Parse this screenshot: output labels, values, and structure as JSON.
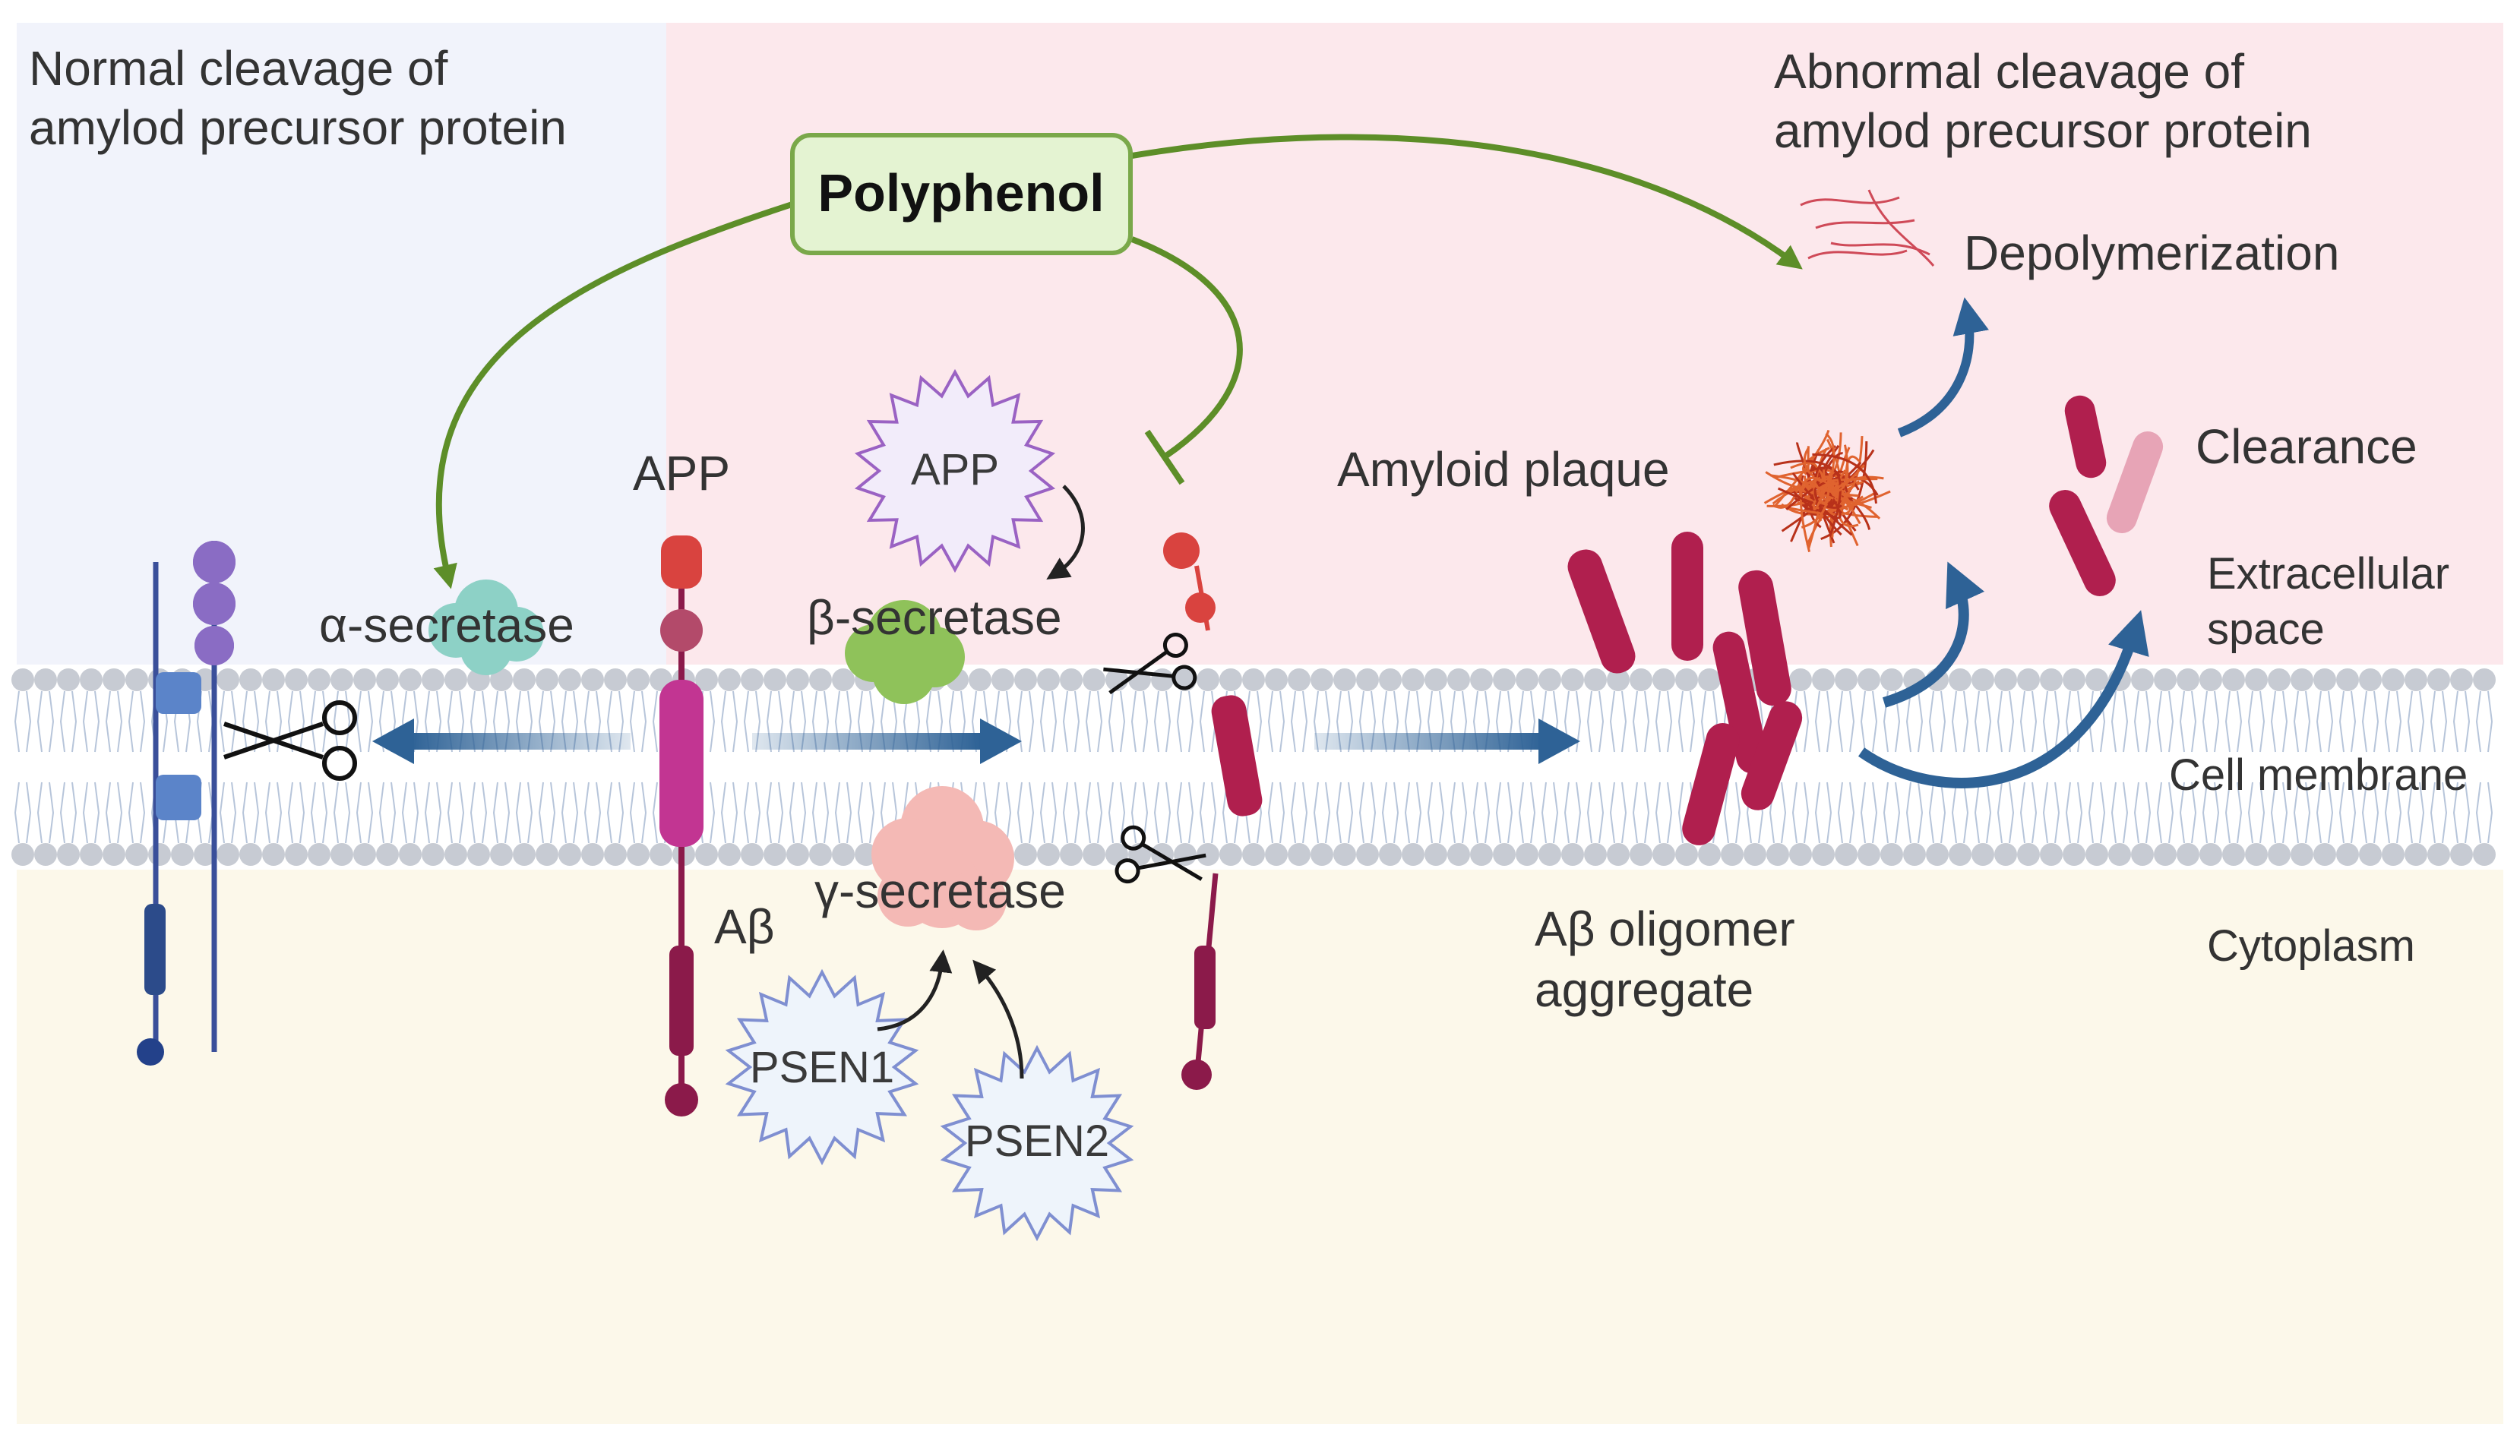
{
  "panels": {
    "normal_title": [
      "Normal cleavage of",
      "amylod precursor protein"
    ],
    "abnormal_title": [
      "Abnormal cleavage of",
      "amylod precursor protein"
    ]
  },
  "labels": {
    "polyphenol": "Polyphenol",
    "app_full": "APP",
    "app_star": "APP",
    "alpha_secretase": "α-secretase",
    "beta_secretase": "β-secretase",
    "gamma_secretase": "γ-secretase",
    "abeta": "Aβ",
    "psen1": "PSEN1",
    "psen2": "PSEN2",
    "amyloid_plaque": "Amyloid plaque",
    "abeta_oligomer": [
      "Aβ oligomer",
      "aggregate"
    ],
    "depolymerization": "Depolymerization",
    "clearance": "Clearance",
    "extracellular": [
      "Extracellular",
      "space"
    ],
    "cell_membrane": "Cell membrane",
    "cytoplasm": "Cytoplasm"
  },
  "colors": {
    "normal_bg": "#f1f3fb",
    "abnormal_bg": "#fce8ec",
    "cytoplasm_bg": "#fcf8ea",
    "membrane_head": "#c7cbd3",
    "app_pink": "#c23592",
    "app_red": "#d9433f",
    "abeta_dark": "#8b1a4a",
    "blue_arrow": "#2e6296",
    "green_arrow": "#5d8e28",
    "polyphenol_box": "#e4f3d2",
    "plaque": "#d14a28",
    "oligomer": "#b01f4e"
  }
}
